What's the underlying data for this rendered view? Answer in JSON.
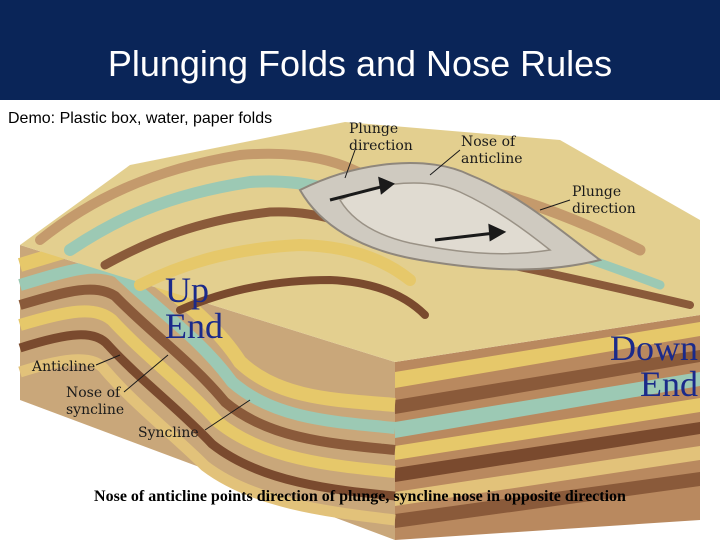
{
  "header": {
    "title": "Plunging Folds and Nose Rules",
    "background": "#0a2558"
  },
  "demo_note": "Demo: Plastic box, water, paper folds",
  "diagram": {
    "labels": {
      "plunge_direction_1": "Plunge direction",
      "nose_of_anticline": "Nose of anticline",
      "plunge_direction_2": "Plunge direction",
      "anticline": "Anticline",
      "nose_of_syncline": "Nose of syncline",
      "syncline": "Syncline"
    },
    "callouts": {
      "up_end": "Up End",
      "down_end": "Down End"
    },
    "colors": {
      "callout": "#1b2a8a",
      "rock_yellow": "#e6c86a",
      "rock_tan": "#c9a77a",
      "rock_brown": "#8a5a3a",
      "rock_green": "#9cc9b4",
      "rock_gray": "#cfcac0"
    }
  },
  "caption": "Nose of anticline points direction of plunge, syncline nose in opposite direction"
}
